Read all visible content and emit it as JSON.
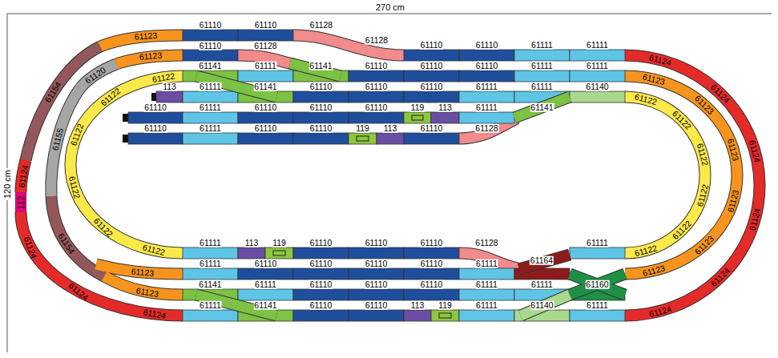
{
  "diagram": {
    "labels": [
      "270 cm",
      "120 cm",
      "61123",
      "61123",
      "61154",
      "61120",
      "61155",
      "61124",
      "112",
      "61124",
      "61124",
      "61124",
      "61154",
      "61123",
      "61123",
      "61122",
      "61122",
      "61122",
      "61122",
      "61122",
      "61122",
      "61110",
      "61110",
      "61128",
      "61128",
      "61110",
      "61110",
      "61111",
      "61111",
      "61110",
      "61128",
      "61141",
      "61111",
      "61141",
      "61110",
      "61110",
      "61110",
      "61111",
      "61111",
      "113",
      "61111",
      "61141",
      "61110",
      "61110",
      "61110",
      "61111",
      "61111",
      "61140",
      "61110",
      "61111",
      "61110",
      "61110",
      "61110",
      "119",
      "113",
      "61111",
      "61141",
      "61110",
      "61111",
      "61110",
      "61110",
      "119",
      "113",
      "61110",
      "61128",
      "61124",
      "61124",
      "61124",
      "61124",
      "61124",
      "61124",
      "61123",
      "61123",
      "61123",
      "61123",
      "61123",
      "61123",
      "61122",
      "61122",
      "61122",
      "61122",
      "61122",
      "61122",
      "61111",
      "113",
      "119",
      "61110",
      "61110",
      "61110",
      "61128",
      "61164",
      "61111",
      "61111",
      "61110",
      "61110",
      "61110",
      "61110",
      "61111",
      "61141",
      "61111",
      "61110",
      "61110",
      "61110",
      "61111",
      "61111",
      "61160",
      "61111",
      "61141",
      "61110",
      "61110",
      "113",
      "119",
      "61111",
      "61140",
      "61111"
    ]
  }
}
